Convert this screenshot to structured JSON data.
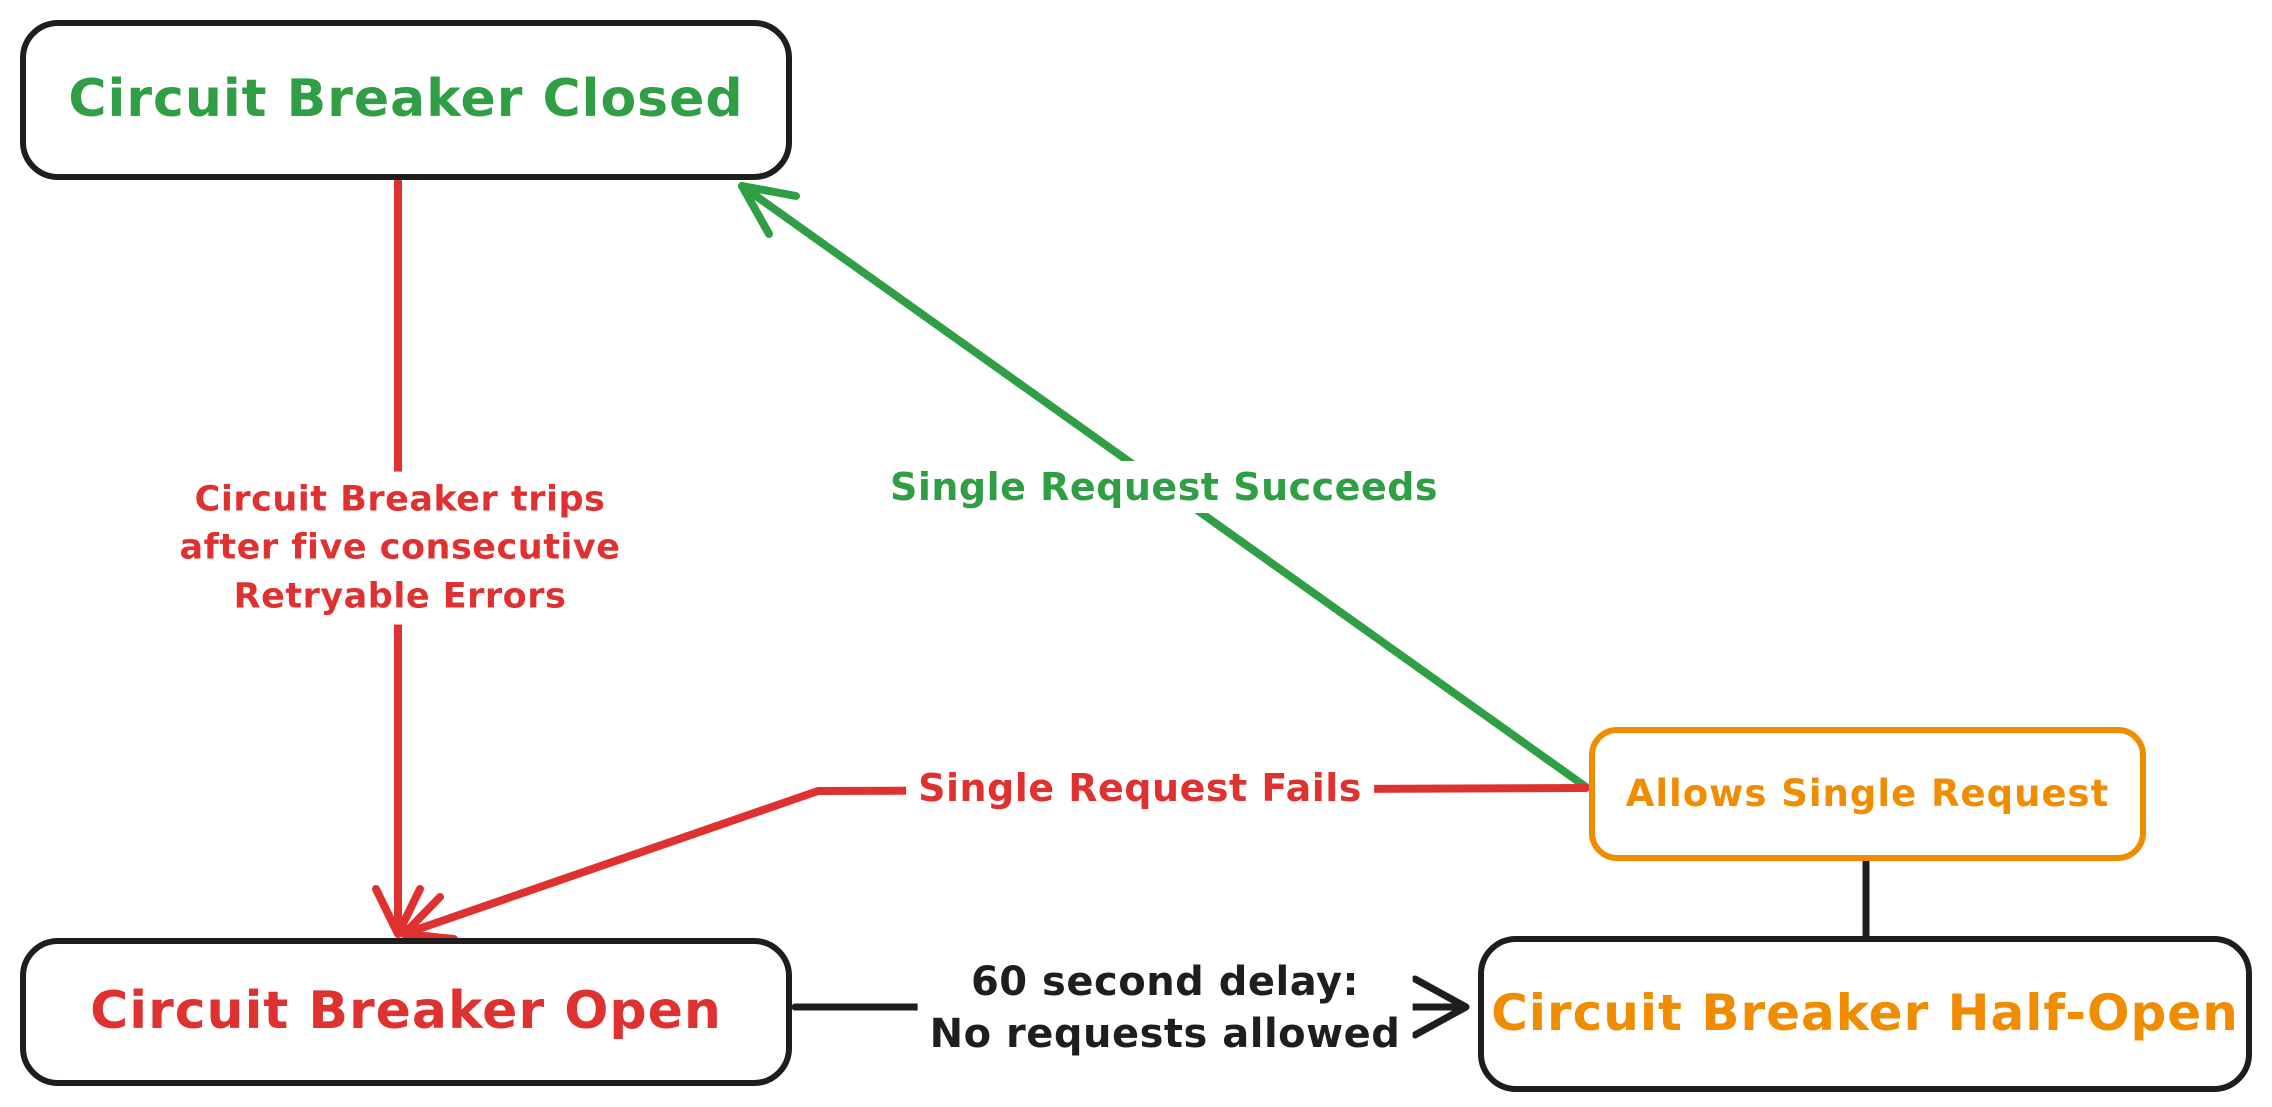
{
  "colors": {
    "green": "#2f9e44",
    "red": "#e03131",
    "orange": "#f08c00",
    "ink": "#1e1e1e",
    "bg": "#ffffff"
  },
  "nodes": {
    "closed": {
      "label": "Circuit Breaker Closed"
    },
    "open": {
      "label": "Circuit Breaker Open"
    },
    "half_open": {
      "label": "Circuit Breaker Half-Open"
    },
    "allows": {
      "label": "Allows Single Request"
    }
  },
  "edges": {
    "trips": {
      "lines": [
        "Circuit Breaker trips",
        "after five consecutive",
        "Retryable Errors"
      ]
    },
    "succeeds": {
      "label": "Single Request Succeeds"
    },
    "fails": {
      "label": "Single Request Fails"
    },
    "delay": {
      "lines": [
        "60 second delay:",
        "No requests allowed"
      ]
    }
  }
}
